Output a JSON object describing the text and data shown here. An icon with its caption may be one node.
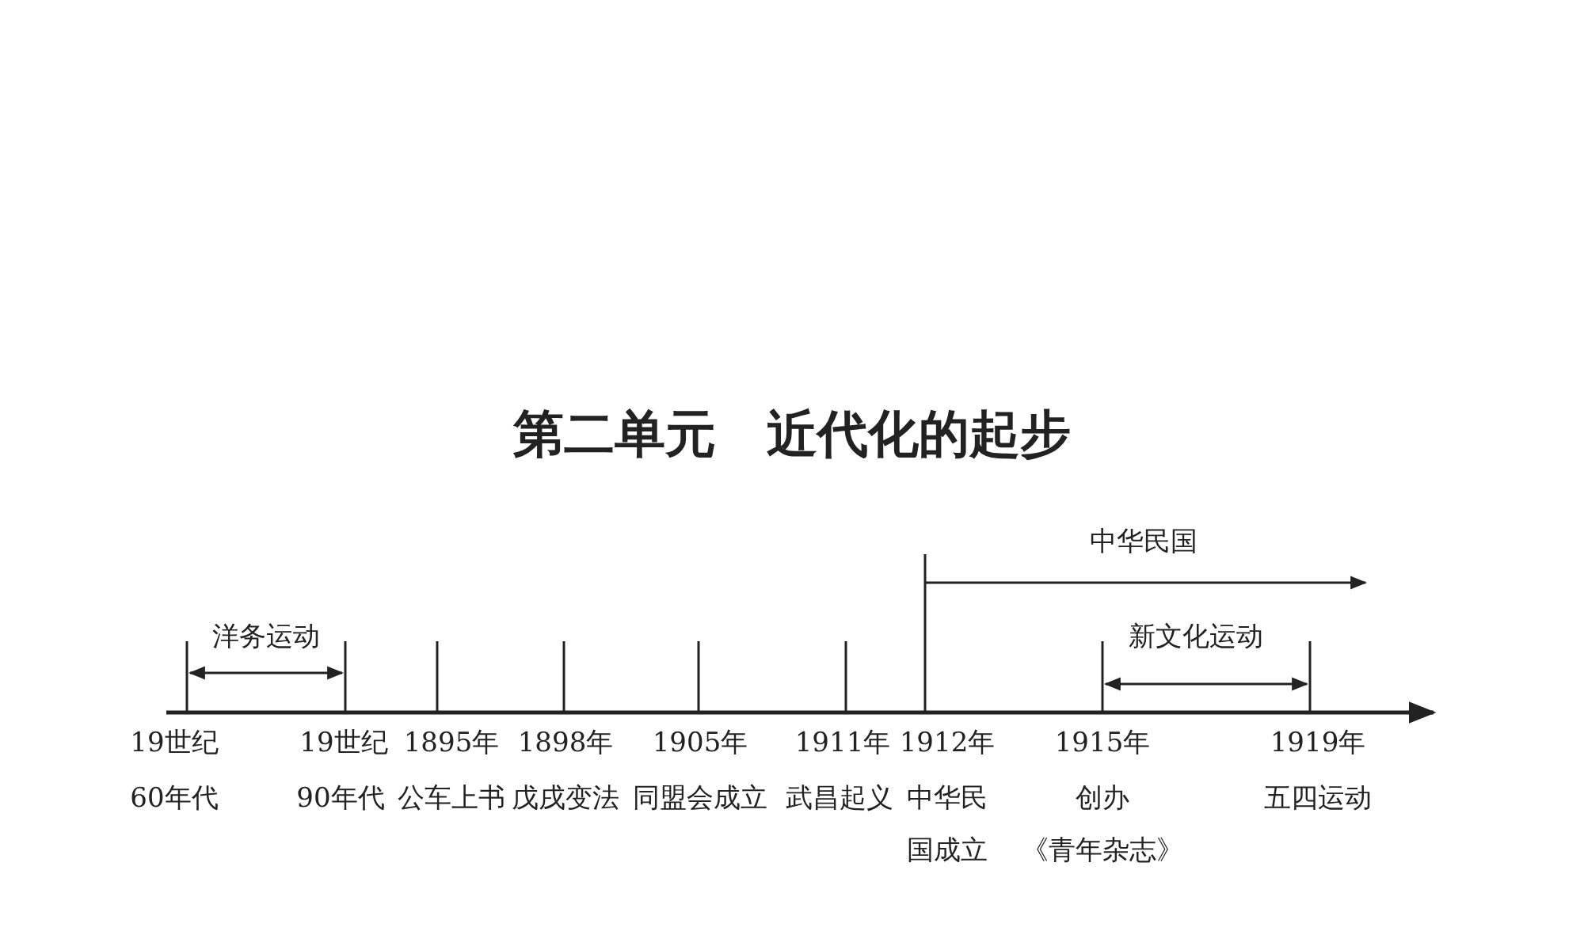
{
  "diagram": {
    "title": "第二单元　近代化的起步",
    "labels": [
      "中华民国",
      "洋务运动",
      "新文化运动",
      "19世纪",
      "60年代",
      "19世纪",
      "90年代",
      "1895年",
      "公车上书",
      "1898年",
      "戊戌变法",
      "1905年",
      "同盟会成立",
      "1911年",
      "武昌起义",
      "1912年",
      "中华民",
      "国成立",
      "1915年",
      "创办",
      "《青年杂志》",
      "1919年",
      "五四运动"
    ]
  }
}
